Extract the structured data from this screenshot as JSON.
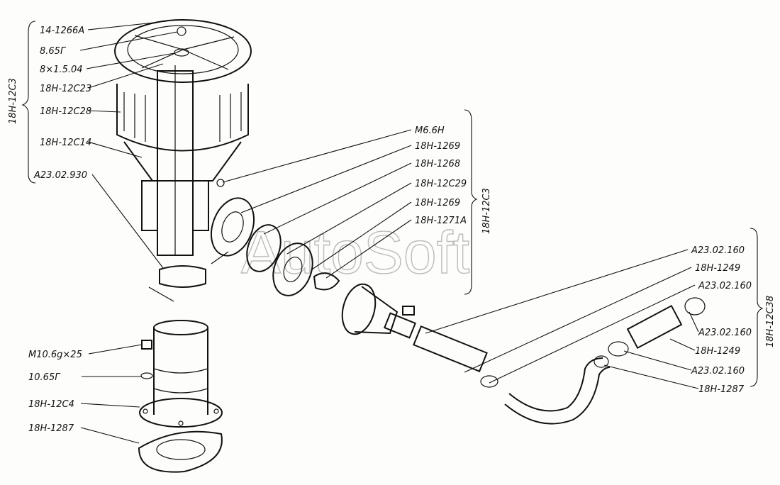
{
  "watermark": "AutoSoft",
  "groups": {
    "g1": "18Н-12С3",
    "g2": "18Н-12С3",
    "g3": "18Н-12С38"
  },
  "labels": {
    "l01": "14-1266А",
    "l02": "8.65Г",
    "l03": "8×1.5.04",
    "l04": "18Н-12С23",
    "l05": "18Н-12С28",
    "l06": "18Н-12С14",
    "l07": "А23.02.930",
    "l08": "М6.6Н",
    "l09": "18Н-1269",
    "l10": "18Н-1268",
    "l11": "18Н-12С29",
    "l12": "18Н-1269",
    "l13": "18Н-1271А",
    "l14": "А23.02.160",
    "l15": "18Н-1249",
    "l16": "А23.02.160",
    "l17": "А23.02.160",
    "l18": "18Н-1249",
    "l19": "А23.02.160",
    "l20": "18Н-1287",
    "l21": "М10.6g×25",
    "l22": "10.65Г",
    "l23": "18Н-12С4",
    "l24": "18Н-1287"
  }
}
